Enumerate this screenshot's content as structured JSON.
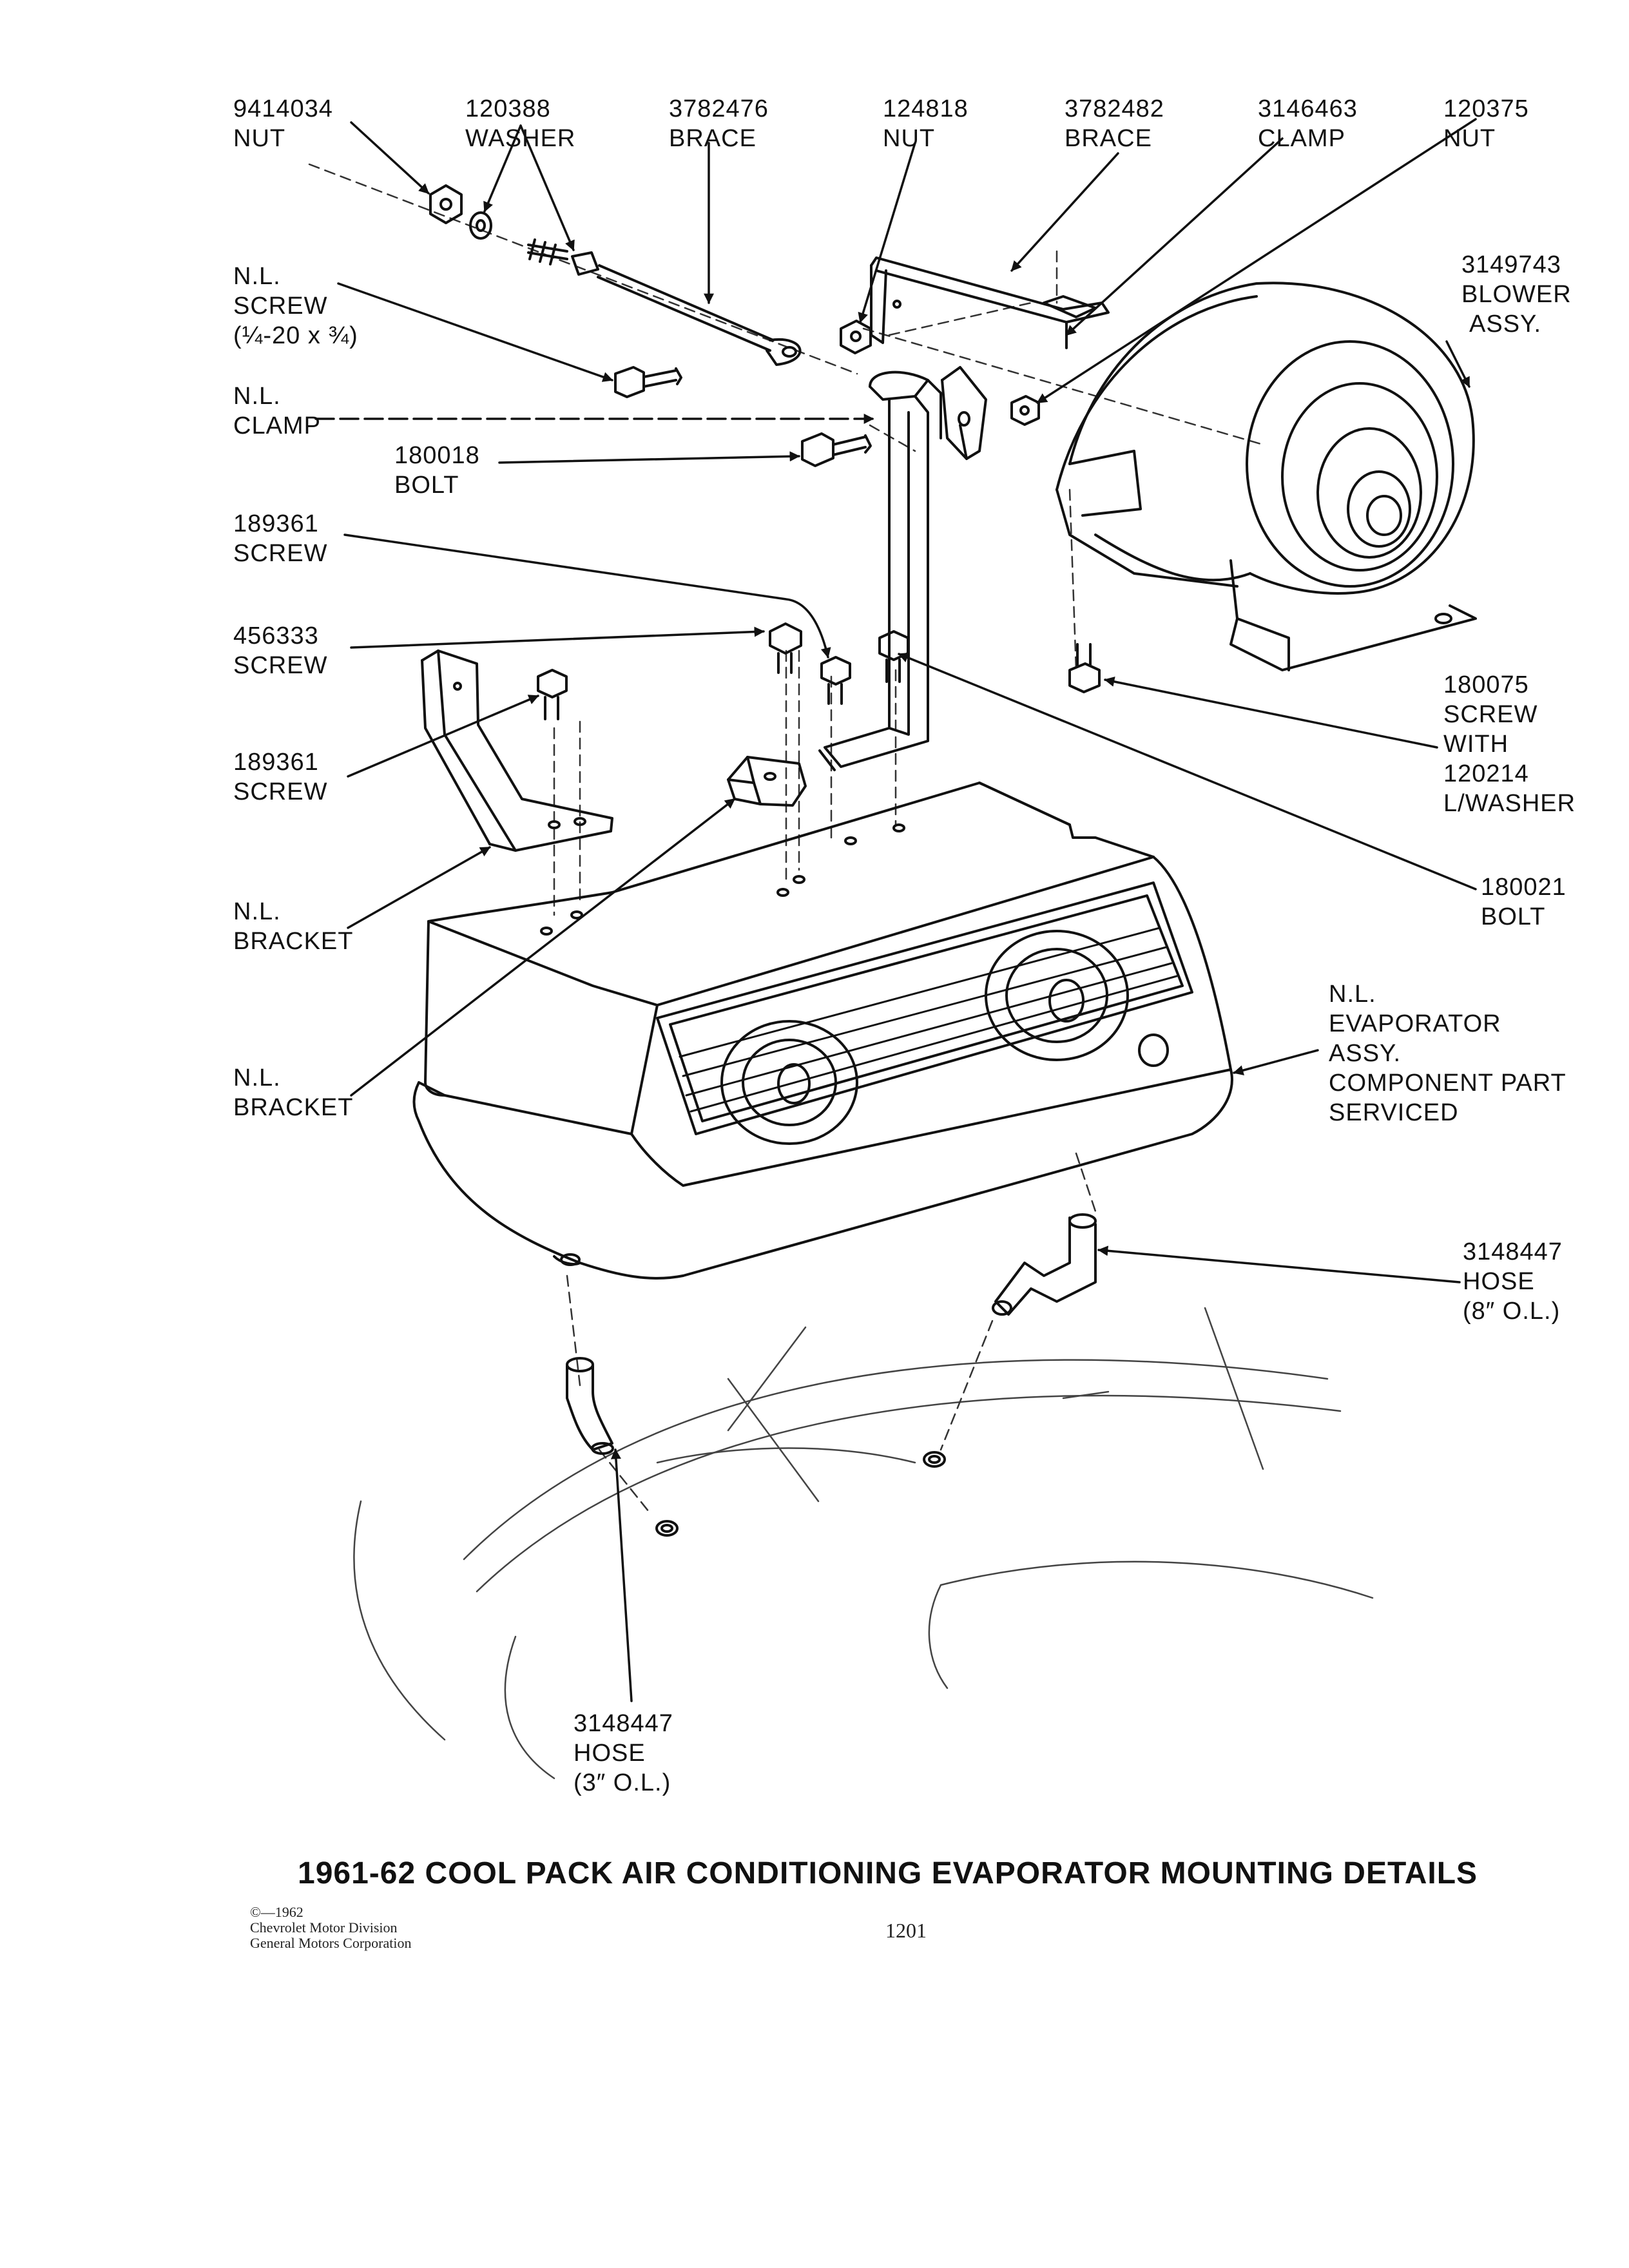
{
  "labels": {
    "nut_9414034": [
      "9414034",
      "NUT"
    ],
    "washer_120388": [
      "120388",
      "WASHER"
    ],
    "brace_3782476": [
      "3782476",
      "BRACE"
    ],
    "nut_124818": [
      "124818",
      "NUT"
    ],
    "brace_3782482": [
      "3782482",
      "BRACE"
    ],
    "clamp_3146463": [
      "3146463",
      "CLAMP"
    ],
    "nut_120375": [
      "120375",
      "NUT"
    ],
    "blower_3149743": [
      "3149743",
      "BLOWER",
      "ASSY."
    ],
    "screw_nl_top": [
      "N.L.",
      "SCREW",
      "(¼-20 x ¾)"
    ],
    "clamp_nl": [
      "N.L.",
      "CLAMP"
    ],
    "bolt_180018": [
      "180018",
      "BOLT"
    ],
    "screw_189361_a": [
      "189361",
      "SCREW"
    ],
    "screw_456333": [
      "456333",
      "SCREW"
    ],
    "screw_189361_b": [
      "189361",
      "SCREW"
    ],
    "screw_180075": [
      "180075",
      "SCREW",
      "WITH",
      "120214",
      "L/WASHER"
    ],
    "bracket_nl_a": [
      "N.L.",
      "BRACKET"
    ],
    "bolt_180021": [
      "180021",
      "BOLT"
    ],
    "evaporator_nl": [
      "N.L.",
      "EVAPORATOR",
      "ASSY.",
      "COMPONENT PART",
      "SERVICED"
    ],
    "bracket_nl_b": [
      "N.L.",
      "BRACKET"
    ],
    "hose_8": [
      "3148447",
      "HOSE",
      "(8″ O.L.)"
    ],
    "hose_3": [
      "3148447",
      "HOSE",
      "(3″ O.L.)"
    ]
  },
  "caption": "1961-62 COOL PACK AIR CONDITIONING EVAPORATOR MOUNTING DETAILS",
  "copyright": [
    "©—1962",
    "Chevrolet Motor Division",
    "General Motors Corporation"
  ],
  "page_number": "1201"
}
